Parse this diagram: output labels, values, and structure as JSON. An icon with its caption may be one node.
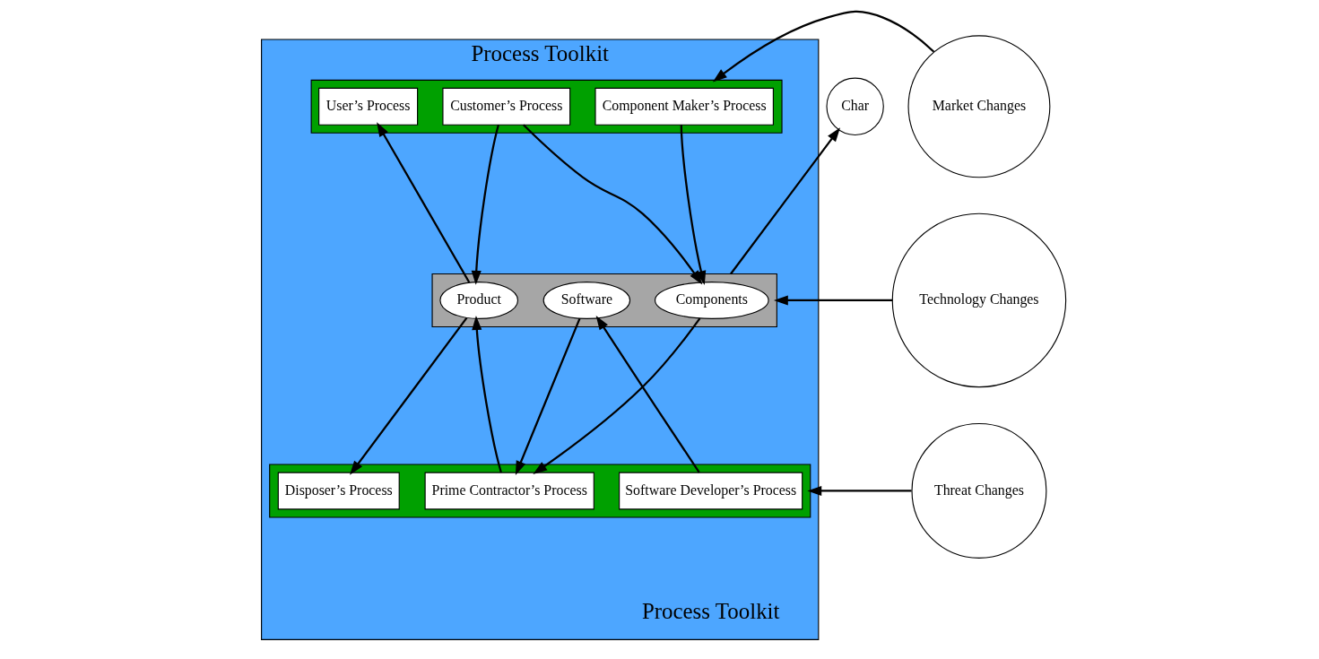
{
  "diagram": {
    "nodes": [
      {
        "text": [
          "Process Toolkit",
          "Process Toolkit"
        ]
      },
      {
        "text": [],
        "shape": "box",
        "in": 0
      },
      {
        "text": [],
        "shape": "box",
        "in": 0
      },
      {
        "text": [],
        "shape": "box",
        "in": 0
      },
      {
        "text": [
          "Component Maker’s Process"
        ],
        "in": 1
      },
      {
        "text": [
          "Customer’s Process"
        ],
        "in": 1
      },
      {
        "text": [
          "User’s Process"
        ],
        "in": 1
      },
      {
        "text": [
          "Components"
        ],
        "in": 2
      },
      {
        "text": [
          "Software"
        ],
        "in": 2
      },
      {
        "text": [
          "Product"
        ],
        "in": 2
      },
      {
        "text": [
          "Software Developer’s Process"
        ],
        "in": 3
      },
      {
        "text": [
          "Prime Contractor’s Process"
        ],
        "in": 3
      },
      {
        "text": [
          "Disposer’s Process"
        ],
        "in": 3
      },
      {
        "text": [
          "Market Changes"
        ]
      },
      {
        "text": [
          "Technology Changes"
        ]
      },
      {
        "text": [
          "Threat Changes"
        ]
      },
      {
        "text": [
          "Char"
        ]
      }
    ],
    "edges": [
      {
        "from": 13,
        "to": 1,
        "arrow": "to"
      },
      {
        "from": 14,
        "to": 2,
        "arrow": "to"
      },
      {
        "from": 15,
        "to": 3,
        "arrow": "to"
      },
      {
        "from": 2,
        "to": 16,
        "arrow": "to"
      },
      {
        "from": 4,
        "to": 7,
        "arrow": "to"
      },
      {
        "from": 5,
        "to": 7,
        "arrow": "to"
      },
      {
        "from": 5,
        "to": 9,
        "arrow": "to"
      },
      {
        "from": 9,
        "to": 6,
        "arrow": "to"
      },
      {
        "from": 7,
        "to": 11,
        "arrow": "to"
      },
      {
        "from": 10,
        "to": 8,
        "arrow": "to"
      },
      {
        "from": 8,
        "to": 11,
        "arrow": "to"
      },
      {
        "from": 11,
        "to": 9,
        "arrow": "to"
      },
      {
        "from": 9,
        "to": 12,
        "arrow": "to"
      }
    ]
  }
}
